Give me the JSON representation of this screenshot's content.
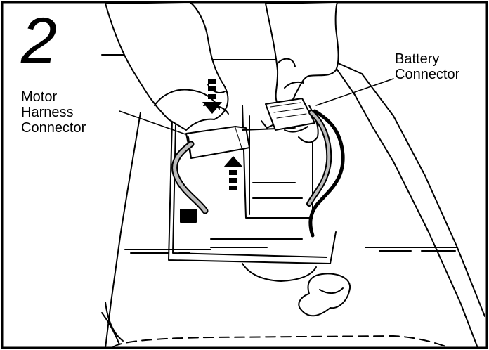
{
  "step": {
    "number": "2"
  },
  "callouts": {
    "motor_harness": [
      "Motor",
      "Harness",
      "Connector"
    ],
    "battery": [
      "Battery",
      "Connector"
    ]
  },
  "colors": {
    "line": "#000000",
    "background": "#ffffff",
    "wire_gray": "#bbbbbb"
  }
}
